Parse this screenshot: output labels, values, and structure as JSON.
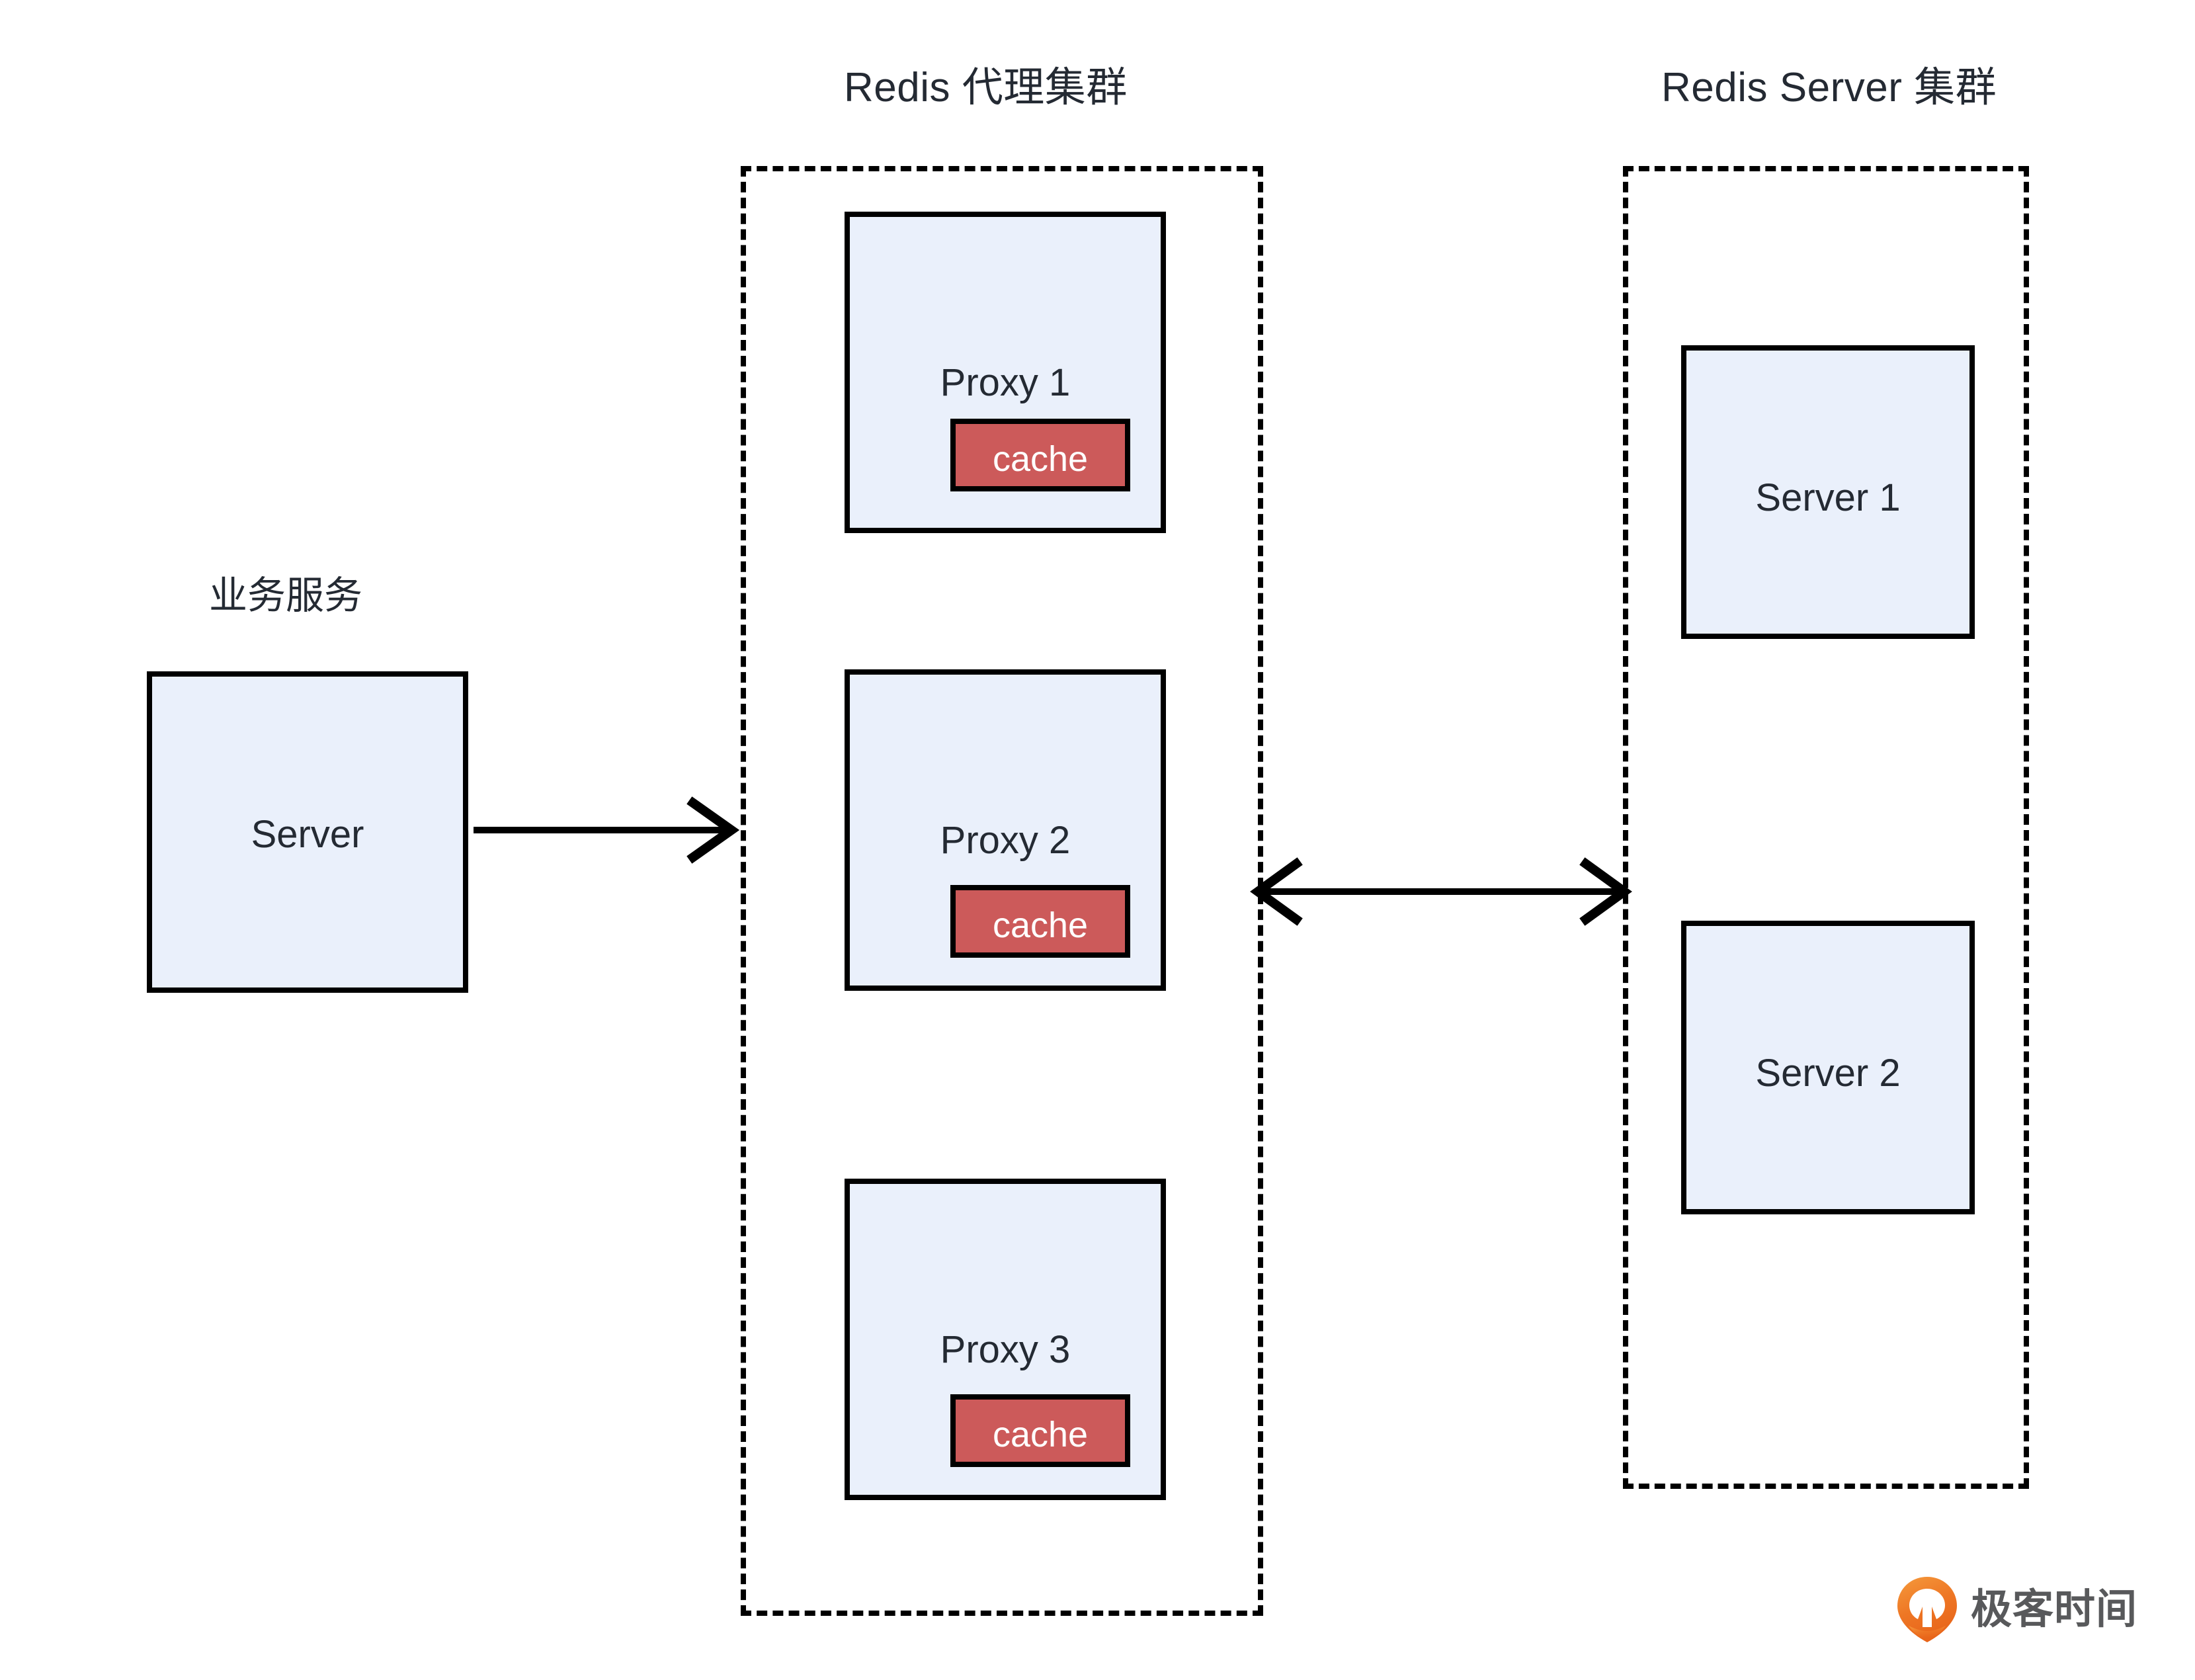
{
  "diagram": {
    "title_proxy_cluster": "Redis 代理集群",
    "title_server_cluster": "Redis Server 集群",
    "label_business": "业务服务",
    "business_server": {
      "label": "Server"
    },
    "proxies": [
      {
        "label": "Proxy 1",
        "cache_label": "cache"
      },
      {
        "label": "Proxy 2",
        "cache_label": "cache"
      },
      {
        "label": "Proxy 3",
        "cache_label": "cache"
      }
    ],
    "redis_servers": [
      {
        "label": "Server 1"
      },
      {
        "label": "Server 2"
      }
    ],
    "colors": {
      "node_fill": "#eaf0fb",
      "node_border": "#000000",
      "cache_fill": "#cc5a5a",
      "cache_text": "#ffffff",
      "text": "#242a33",
      "background": "#ffffff",
      "watermark_orange": "#ee7624",
      "watermark_gray": "#58595b"
    }
  },
  "watermark": {
    "brand": "极客时间",
    "logo_name": "geektime-pin-logo"
  }
}
